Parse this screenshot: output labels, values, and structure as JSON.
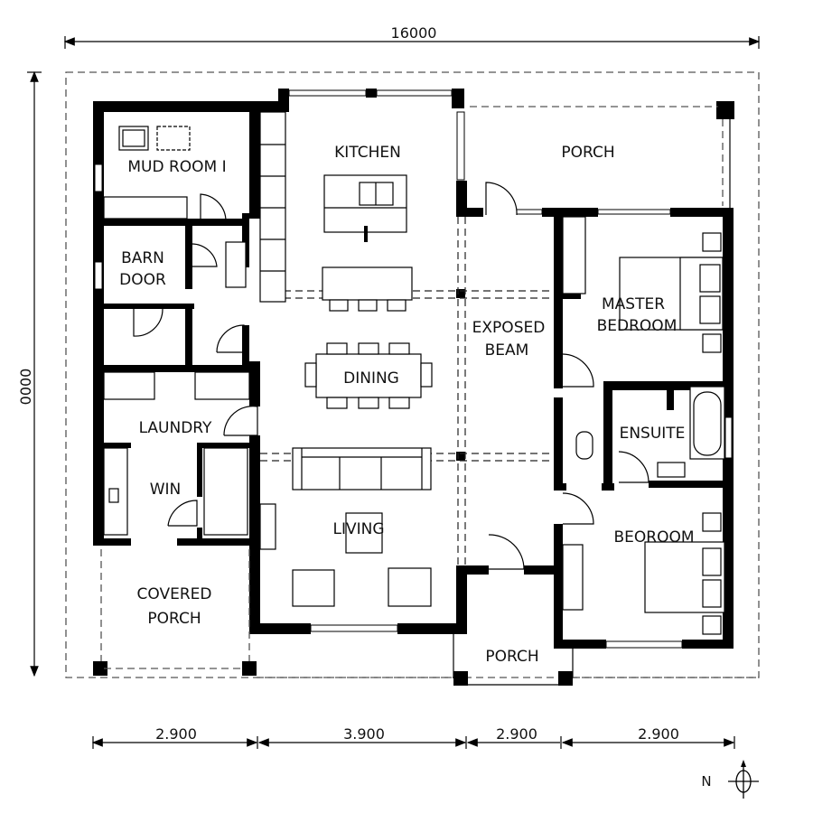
{
  "drawing": {
    "type": "floor-plan",
    "overall_width": "16000",
    "overall_depth": "0000",
    "segment_dimensions": [
      "2.900",
      "3.900",
      "2.900",
      "2.900"
    ],
    "north_label": "N"
  },
  "rooms": {
    "mud_room": "MUD ROOM I",
    "barn_door_1": "BARN",
    "barn_door_2": "DOOR",
    "kitchen": "KITCHEN",
    "porch_top": "PORCH",
    "master_bedroom_1": "MASTER",
    "master_bedroom_2": "BEDROOM",
    "exposed_beam_1": "EXPOSED",
    "exposed_beam_2": "BEAM",
    "dining": "DINING",
    "laundry": "LAUNDRY",
    "ensuite": "ENSUITE",
    "win": "WIN",
    "living": "LIVING",
    "bedroom": "BEOROOM",
    "covered_porch_1": "COVERED",
    "covered_porch_2": "PORCH",
    "porch_front": "PORCH"
  }
}
